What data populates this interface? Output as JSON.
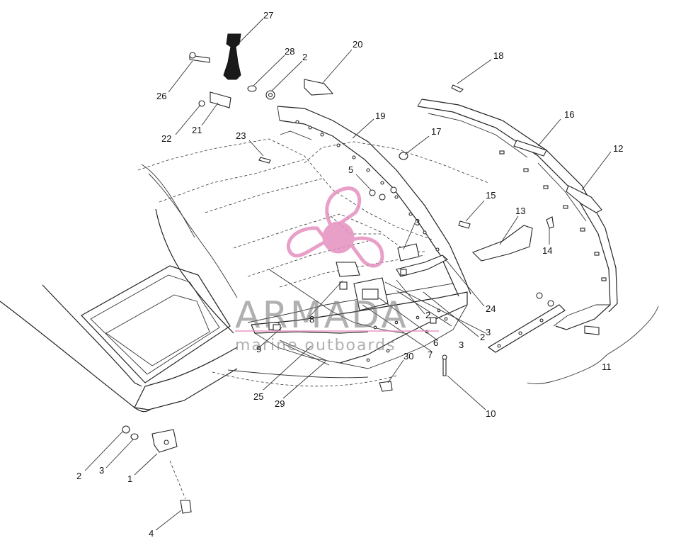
{
  "diagram": {
    "callouts": [
      {
        "id": "c27",
        "text": "27"
      },
      {
        "id": "c28",
        "text": "28"
      },
      {
        "id": "c2a",
        "text": "2"
      },
      {
        "id": "c20",
        "text": "20"
      },
      {
        "id": "c18",
        "text": "18"
      },
      {
        "id": "c26",
        "text": "26"
      },
      {
        "id": "c21",
        "text": "21"
      },
      {
        "id": "c22",
        "text": "22"
      },
      {
        "id": "c23",
        "text": "23"
      },
      {
        "id": "c19",
        "text": "19"
      },
      {
        "id": "c17",
        "text": "17"
      },
      {
        "id": "c16",
        "text": "16"
      },
      {
        "id": "c12",
        "text": "12"
      },
      {
        "id": "c5",
        "text": "5"
      },
      {
        "id": "c15",
        "text": "15"
      },
      {
        "id": "c13",
        "text": "13"
      },
      {
        "id": "c14",
        "text": "14"
      },
      {
        "id": "c3a",
        "text": "3"
      },
      {
        "id": "c24",
        "text": "24"
      },
      {
        "id": "c8",
        "text": "8"
      },
      {
        "id": "c2b",
        "text": "2"
      },
      {
        "id": "c2c",
        "text": "2"
      },
      {
        "id": "c3b",
        "text": "3"
      },
      {
        "id": "c6",
        "text": "6"
      },
      {
        "id": "c3c",
        "text": "3"
      },
      {
        "id": "c7",
        "text": "7"
      },
      {
        "id": "c9",
        "text": "9"
      },
      {
        "id": "c30",
        "text": "30"
      },
      {
        "id": "c11",
        "text": "11"
      },
      {
        "id": "c25",
        "text": "25"
      },
      {
        "id": "c29",
        "text": "29"
      },
      {
        "id": "c10",
        "text": "10"
      },
      {
        "id": "c2d",
        "text": "2"
      },
      {
        "id": "c3d",
        "text": "3"
      },
      {
        "id": "c1",
        "text": "1"
      },
      {
        "id": "c4",
        "text": "4"
      }
    ]
  },
  "watermark": {
    "title": "ARMADA",
    "subtitle": "marine outboards",
    "logo_color": "#e58fbf",
    "text_color": "#6f6f6f"
  }
}
